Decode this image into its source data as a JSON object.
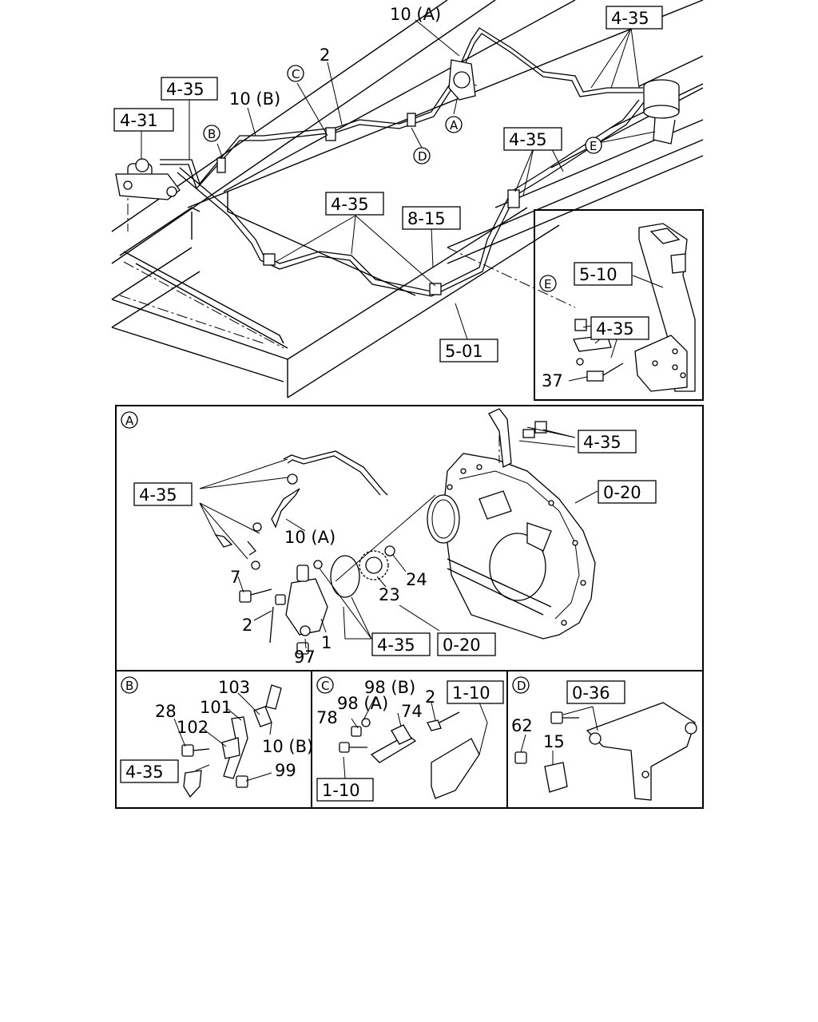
{
  "top": {
    "ref_labels": [
      "4-35",
      "4-35",
      "4-31",
      "4-35",
      "4-35",
      "8-15",
      "5-01"
    ],
    "part_labels": [
      "10 (A)",
      "2",
      "10 (B)"
    ],
    "circle_markers": [
      "C",
      "B",
      "A",
      "D",
      "E"
    ]
  },
  "detail_e": {
    "marker": "E",
    "refs": [
      "5-10",
      "4-35"
    ],
    "parts": [
      "37"
    ]
  },
  "detail_a": {
    "marker": "A",
    "refs": [
      "4-35",
      "4-35",
      "0-20",
      "4-35",
      "0-20"
    ],
    "parts": [
      "10 (A)",
      "7",
      "2",
      "1",
      "97",
      "24",
      "23"
    ]
  },
  "detail_b": {
    "marker": "B",
    "refs": [
      "4-35"
    ],
    "parts": [
      "103",
      "101",
      "28",
      "102",
      "10 (B)",
      "99"
    ]
  },
  "detail_c": {
    "marker": "C",
    "refs": [
      "1-10",
      "1-10"
    ],
    "parts": [
      "98 (B)",
      "98 (A)",
      "78",
      "74",
      "2"
    ]
  },
  "detail_d": {
    "marker": "D",
    "refs": [
      "0-36"
    ],
    "parts": [
      "62",
      "15"
    ]
  }
}
